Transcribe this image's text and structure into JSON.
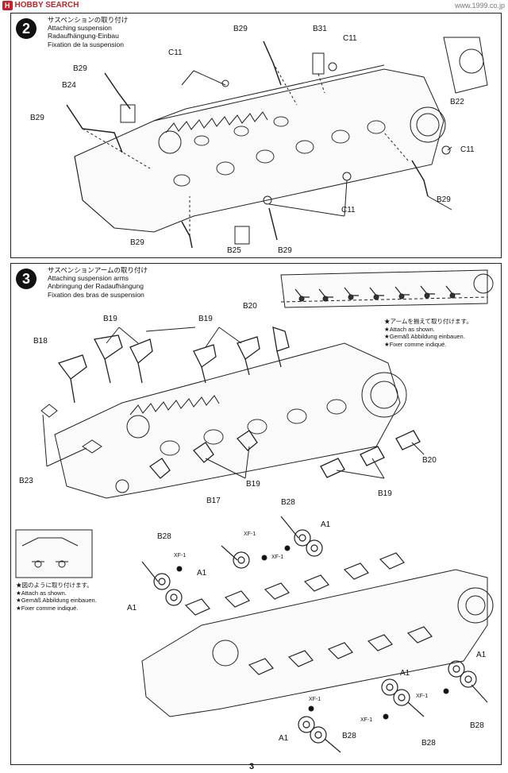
{
  "watermark": {
    "logo_mark": "H",
    "logo_text": "HOBBY SEARCH",
    "url": "www.1999.co.jp"
  },
  "step2": {
    "number": "2",
    "title_lines": [
      "サスペンションの取り付け",
      "Attaching suspension",
      "Radaufhängung-Einbau",
      "Fixation de la suspension"
    ],
    "labels": {
      "b29_a": "B29",
      "b31": "B31",
      "c11_a": "C11",
      "c11_b": "C11",
      "b29_b": "B29",
      "b24": "B24",
      "b29_c": "B29",
      "b22": "B22",
      "c11_c": "C11",
      "b29_d": "B29",
      "c11_d": "C11",
      "b29_e": "B29",
      "b25": "B25",
      "b29_f": "B29"
    }
  },
  "step3": {
    "number": "3",
    "title_lines": [
      "サスペンションアームの取り付け",
      "Attaching suspension arms",
      "Anbringung der Radaufhängung",
      "Fixation des bras de suspension"
    ],
    "note_right": [
      "★アームを揃えて取り付けます。",
      "★Attach as shown.",
      "★Gemäß Abbildung einbauen.",
      "★Fixer comme indiqué."
    ],
    "note_left": [
      "★図のように取り付けます。",
      "★Attach as shown.",
      "★Gemäß Abbildung einbauen.",
      "★Fixer comme indiqué."
    ],
    "labels": {
      "b20_a": "B20",
      "b19_a": "B19",
      "b19_b": "B19",
      "b18": "B18",
      "b23": "B23",
      "b17": "B17",
      "b19_c": "B19",
      "b19_d": "B19",
      "b20_b": "B20",
      "b28_a": "B28",
      "b28_b": "B28",
      "a1_a": "A1",
      "xf1_a": "XF-1",
      "xf1_b": "XF-1",
      "a1_b": "A1",
      "xf1_c": "XF-1",
      "a1_c": "A1",
      "a1_d": "A1",
      "xf1_d": "XF-1",
      "b28_c": "B28",
      "a1_e": "A1",
      "xf1_e": "XF-1",
      "b28_d": "B28",
      "xf1_f": "XF-1",
      "a1_f": "A1",
      "b28_e": "B28"
    }
  },
  "page_number": "3"
}
